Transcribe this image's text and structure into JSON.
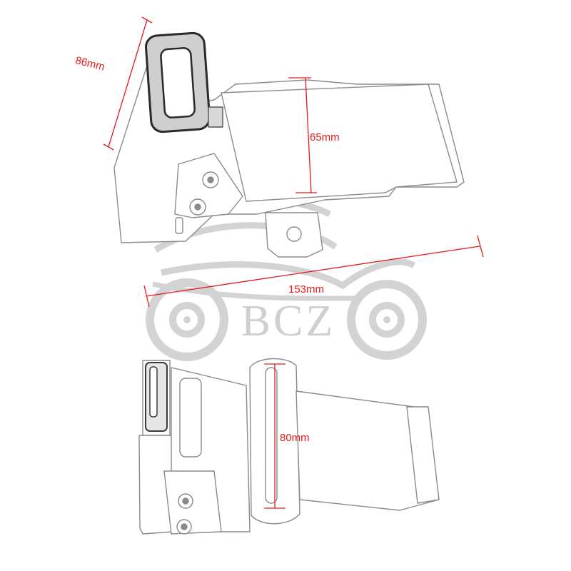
{
  "dimensions": {
    "depth": "86mm",
    "height_top": "65mm",
    "length": "153mm",
    "height_bottom": "80mm"
  },
  "watermark": {
    "text": "BCZ"
  },
  "colors": {
    "dimension_line": "#e31b1b",
    "watermark": "#cfcfcf",
    "outline": "#8a8a8a"
  }
}
